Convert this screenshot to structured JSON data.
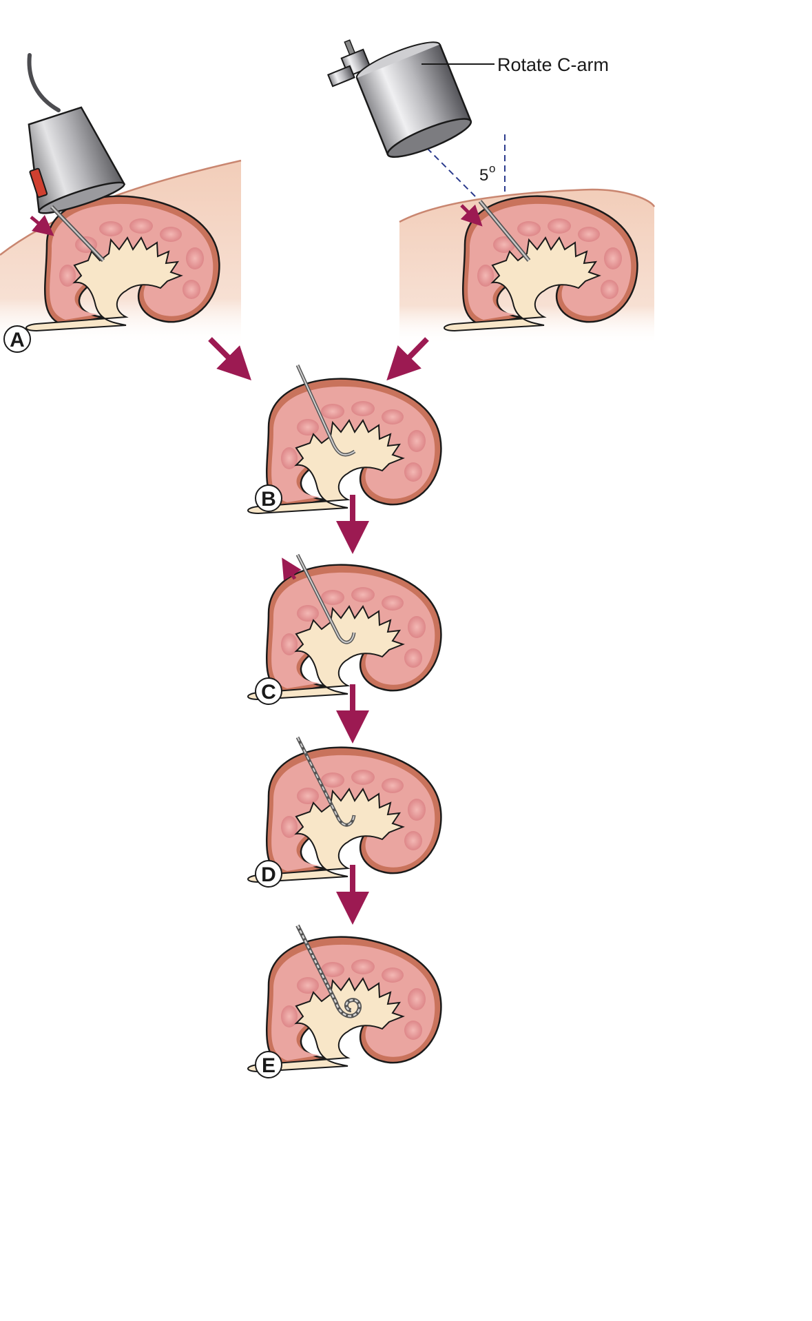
{
  "labels": {
    "c_arm": "Rotate C-arm",
    "angle": "5",
    "angle_unit": "o"
  },
  "steps": {
    "a": "A",
    "b": "B",
    "c": "C",
    "d": "D",
    "e": "E"
  },
  "colors": {
    "arrow": "#9c1a52",
    "skin": "#f4d6c6",
    "skin_edge": "#c98670",
    "capsule": "#c9735c",
    "cortex": "#eaa5a0",
    "pyramid": "#e38d8f",
    "collecting_system": "#f8e6c8",
    "guide_line": "#2a3a8c"
  }
}
